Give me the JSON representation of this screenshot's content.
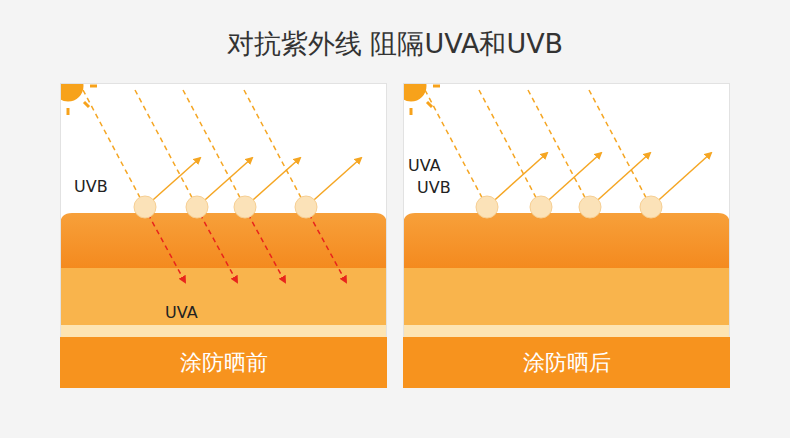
{
  "diagram": {
    "title": "对抗紫外线 阻隔UVA和UVB",
    "nodes": [
      {
        "text": [
          "涂防晒前"
        ]
      },
      {
        "text": [
          "涂防晒后"
        ]
      }
    ],
    "labels": [
      "UVB",
      "UVA",
      "UVA",
      "UVB"
    ]
  }
}
